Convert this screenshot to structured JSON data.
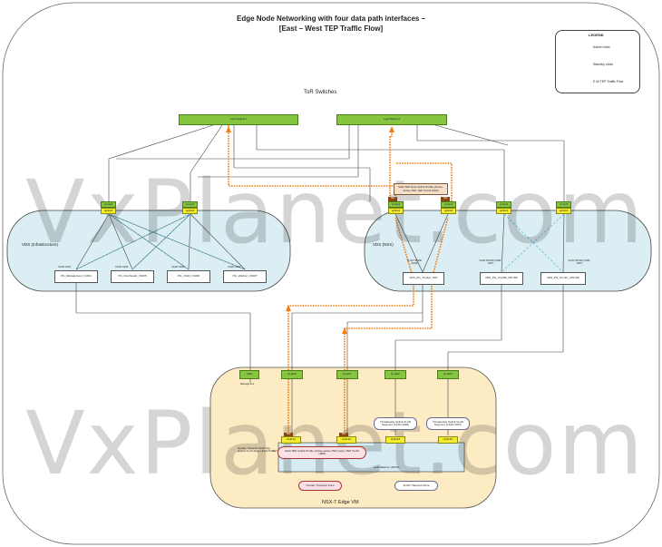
{
  "title": {
    "line1": "Edge Node Networking with four data path interfaces –",
    "line2": "[East – West TEP Traffic Flow]"
  },
  "legend": {
    "heading": "LEGEND",
    "items": [
      {
        "label": "Active Links",
        "style": "solid"
      },
      {
        "label": "Standby Links",
        "style": "dashed-cyan"
      },
      {
        "label": "E-W TEP Traffic Flow",
        "style": "dotted-orange"
      }
    ]
  },
  "tor_label": "ToR Switches",
  "switches": {
    "leaf1": "Leaf Switch 1",
    "leaf2": "Leaf Switch 2",
    "link_label": "Multi TEP Host Uplink Profile (Active-Active TEP, TEP VLAN 1003)"
  },
  "vds_infra": {
    "label": "VDS (Infrastructure)",
    "uplinks": [
      {
        "nic": "vmnic0",
        "name": "uplink1"
      },
      {
        "nic": "vmnic1",
        "name": "uplink2"
      }
    ],
    "portgroups": [
      {
        "vlan": "VLAN 1001",
        "name": "PG_Management_V1001"
      },
      {
        "vlan": "VLAN 1005",
        "name": "PG_Overheads_V1005"
      },
      {
        "vlan": "VLAN 1006",
        "name": "PG_vSAN_V1006"
      },
      {
        "vlan": "VLAN 1007",
        "name": "PG_vMotion_V1007"
      }
    ]
  },
  "vds_nsx": {
    "label": "VDS (NSX)",
    "uplinks": [
      {
        "nic": "vmnic2",
        "name": "uplink1",
        "tag": "TEP"
      },
      {
        "nic": "vmnic3",
        "name": "uplink2",
        "tag": "TEP"
      },
      {
        "nic": "vmnic4",
        "name": "uplink3",
        "tag": ""
      },
      {
        "nic": "vmnic5",
        "name": "uplink4",
        "tag": ""
      }
    ],
    "portgroups": [
      {
        "vlan": "VLAN TRUNK (1008)",
        "name": "VDS_PG_TrunkA_TEP"
      },
      {
        "vlan": "VLAN TRUNK (1008 - 1027)",
        "name": "VDS_PG_TrunkB_UPLINK"
      },
      {
        "vlan": "VLAN TRUNK (1008 - 1027)",
        "name": "VDS_PG_TrunkC_UPLINK"
      }
    ]
  },
  "edge": {
    "label": "NSX-T Edge VM",
    "vnics": [
      {
        "name": "eth0",
        "note": "Management"
      },
      {
        "name": "fp-eth0",
        "note": ""
      },
      {
        "name": "fp-eth1",
        "note": ""
      },
      {
        "name": "fp-eth2",
        "note": ""
      },
      {
        "name": "fp-eth3",
        "note": ""
      }
    ],
    "segments": [
      "T0 Gateway Uplink VLAN Segment (VLAN 1026)",
      "T0 Gateway Uplink VLAN Segment (VLAN 1027)"
    ],
    "uplinks": [
      {
        "name": "Uplink1",
        "tag": "TEP"
      },
      {
        "name": "Uplink2",
        "tag": "TEP"
      },
      {
        "name": "Uplink3",
        "tag": ""
      },
      {
        "name": "Uplink4",
        "tag": ""
      }
    ],
    "overlay_note": "Overlay Transport VLAN Tag applied by the Edge Uplink Profile",
    "profile_note": "Multi-TEP Uplink Profile (Active-Active TEP policy, TEP VLAN 1008)",
    "nvds_label": "Load Balancer (NVDS)",
    "overlay_tz": "Overlay Transport Zone",
    "vlan_tz": "VLAN Transport Zone"
  },
  "watermark": "VxPlanet.com",
  "colors": {
    "green": "#86c540",
    "yellow": "#f2ec2c",
    "vds_fill": "#daeef3",
    "edge_fill": "#fdebc4",
    "flow": "#f07e12",
    "standby": "#49b7d6"
  }
}
